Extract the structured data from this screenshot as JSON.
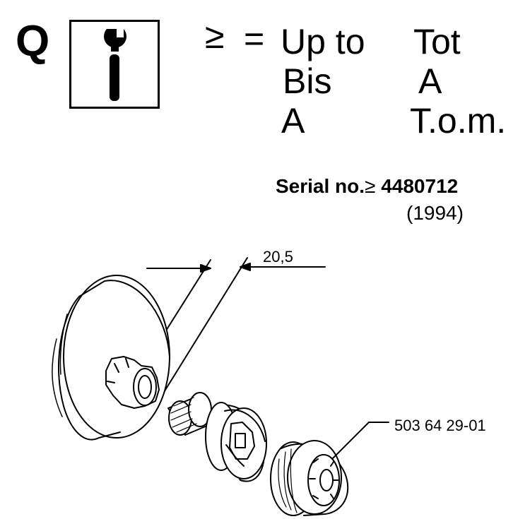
{
  "header": {
    "section_letter": "Q",
    "tool_icon": "wrench-icon",
    "symbol": "≥",
    "equals": "=",
    "legend": {
      "col1": [
        "Up to",
        "Bis",
        "A"
      ],
      "col2": [
        "Tot",
        "A",
        "T.o.m."
      ]
    }
  },
  "serial": {
    "label": "Serial no.",
    "symbol": "≥",
    "number": "4480712",
    "year": "(1994)"
  },
  "drawing": {
    "dimension": "20,5",
    "part_number": "503 64 29-01"
  }
}
